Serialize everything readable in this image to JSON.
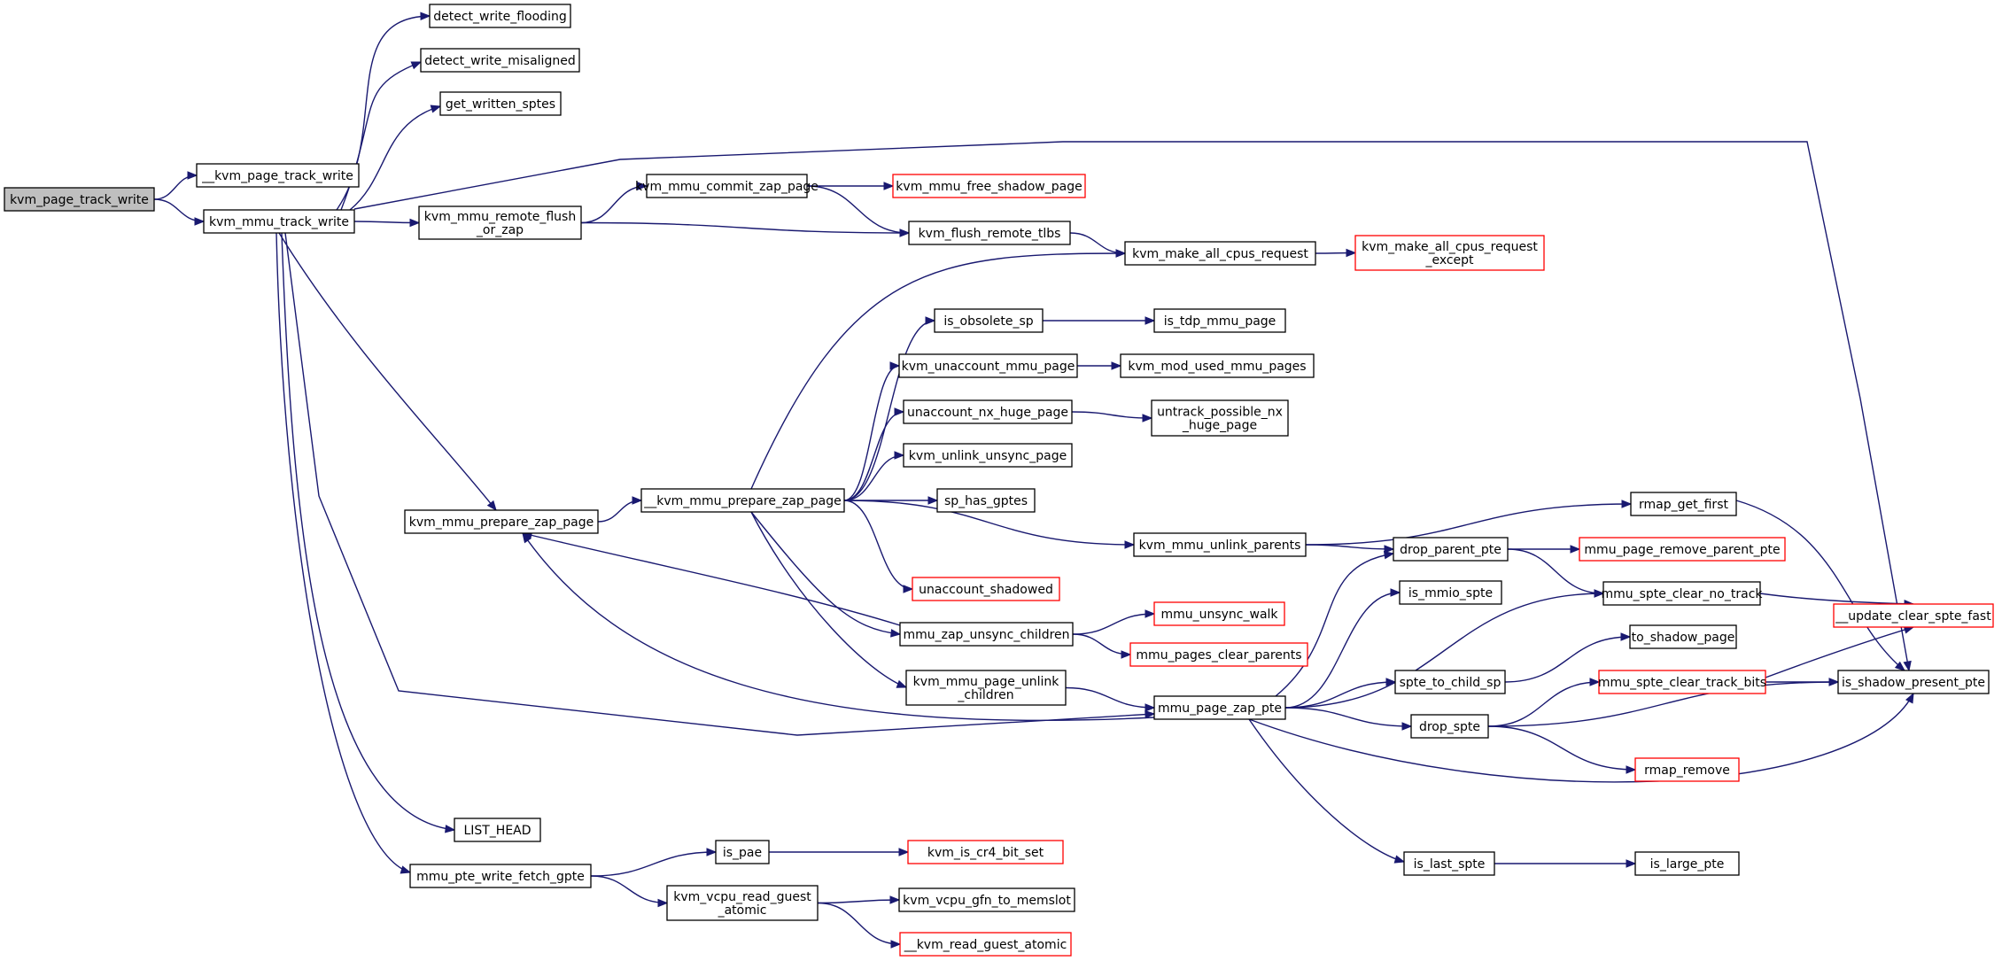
{
  "graph": {
    "colors": {
      "edge": "#191970",
      "border": "#000000",
      "border_incomplete": "#ff0000",
      "root_fill": "#bfbfbf"
    },
    "nodes": {
      "kvm_page_track_write": {
        "lines": [
          "kvm_page_track_write"
        ],
        "style": "root"
      },
      "__kvm_page_track_write": {
        "lines": [
          "__kvm_page_track_write"
        ],
        "style": "normal"
      },
      "kvm_mmu_track_write": {
        "lines": [
          "kvm_mmu_track_write"
        ],
        "style": "normal"
      },
      "detect_write_flooding": {
        "lines": [
          "detect_write_flooding"
        ],
        "style": "normal"
      },
      "detect_write_misaligned": {
        "lines": [
          "detect_write_misaligned"
        ],
        "style": "normal"
      },
      "get_written_sptes": {
        "lines": [
          "get_written_sptes"
        ],
        "style": "normal"
      },
      "kvm_mmu_remote_flush_or_zap": {
        "lines": [
          "kvm_mmu_remote_flush",
          "_or_zap"
        ],
        "style": "normal"
      },
      "kvm_mmu_commit_zap_page": {
        "lines": [
          "kvm_mmu_commit_zap_page"
        ],
        "style": "normal"
      },
      "kvm_mmu_free_shadow_page": {
        "lines": [
          "kvm_mmu_free_shadow_page"
        ],
        "style": "red"
      },
      "kvm_flush_remote_tlbs": {
        "lines": [
          "kvm_flush_remote_tlbs"
        ],
        "style": "normal"
      },
      "kvm_make_all_cpus_request": {
        "lines": [
          "kvm_make_all_cpus_request"
        ],
        "style": "normal"
      },
      "kvm_make_all_cpus_request_except": {
        "lines": [
          "kvm_make_all_cpus_request",
          "_except"
        ],
        "style": "red"
      },
      "is_obsolete_sp": {
        "lines": [
          "is_obsolete_sp"
        ],
        "style": "normal"
      },
      "is_tdp_mmu_page": {
        "lines": [
          "is_tdp_mmu_page"
        ],
        "style": "normal"
      },
      "kvm_unaccount_mmu_page": {
        "lines": [
          "kvm_unaccount_mmu_page"
        ],
        "style": "normal"
      },
      "kvm_mod_used_mmu_pages": {
        "lines": [
          "kvm_mod_used_mmu_pages"
        ],
        "style": "normal"
      },
      "unaccount_nx_huge_page": {
        "lines": [
          "unaccount_nx_huge_page"
        ],
        "style": "normal"
      },
      "untrack_possible_nx_huge_page": {
        "lines": [
          "untrack_possible_nx",
          "_huge_page"
        ],
        "style": "normal"
      },
      "kvm_unlink_unsync_page": {
        "lines": [
          "kvm_unlink_unsync_page"
        ],
        "style": "normal"
      },
      "sp_has_gptes": {
        "lines": [
          "sp_has_gptes"
        ],
        "style": "normal"
      },
      "kvm_mmu_prepare_zap_page": {
        "lines": [
          "kvm_mmu_prepare_zap_page"
        ],
        "style": "normal"
      },
      "__kvm_mmu_prepare_zap_page": {
        "lines": [
          "__kvm_mmu_prepare_zap_page"
        ],
        "style": "normal"
      },
      "rmap_get_first": {
        "lines": [
          "rmap_get_first"
        ],
        "style": "normal"
      },
      "kvm_mmu_unlink_parents": {
        "lines": [
          "kvm_mmu_unlink_parents"
        ],
        "style": "normal"
      },
      "drop_parent_pte": {
        "lines": [
          "drop_parent_pte"
        ],
        "style": "normal"
      },
      "mmu_page_remove_parent_pte": {
        "lines": [
          "mmu_page_remove_parent_pte"
        ],
        "style": "red"
      },
      "unaccount_shadowed": {
        "lines": [
          "unaccount_shadowed"
        ],
        "style": "red"
      },
      "is_mmio_spte": {
        "lines": [
          "is_mmio_spte"
        ],
        "style": "normal"
      },
      "mmu_spte_clear_no_track": {
        "lines": [
          "mmu_spte_clear_no_track"
        ],
        "style": "normal"
      },
      "mmu_unsync_walk": {
        "lines": [
          "mmu_unsync_walk"
        ],
        "style": "red"
      },
      "__update_clear_spte_fast": {
        "lines": [
          "__update_clear_spte_fast"
        ],
        "style": "red"
      },
      "mmu_zap_unsync_children": {
        "lines": [
          "mmu_zap_unsync_children"
        ],
        "style": "normal"
      },
      "to_shadow_page": {
        "lines": [
          "to_shadow_page"
        ],
        "style": "normal"
      },
      "mmu_pages_clear_parents": {
        "lines": [
          "mmu_pages_clear_parents"
        ],
        "style": "red"
      },
      "kvm_mmu_page_unlink_children": {
        "lines": [
          "kvm_mmu_page_unlink",
          "_children"
        ],
        "style": "normal"
      },
      "spte_to_child_sp": {
        "lines": [
          "spte_to_child_sp"
        ],
        "style": "normal"
      },
      "mmu_spte_clear_track_bits": {
        "lines": [
          "mmu_spte_clear_track_bits"
        ],
        "style": "red"
      },
      "is_shadow_present_pte": {
        "lines": [
          "is_shadow_present_pte"
        ],
        "style": "normal"
      },
      "mmu_page_zap_pte": {
        "lines": [
          "mmu_page_zap_pte"
        ],
        "style": "normal"
      },
      "drop_spte": {
        "lines": [
          "drop_spte"
        ],
        "style": "normal"
      },
      "rmap_remove": {
        "lines": [
          "rmap_remove"
        ],
        "style": "red"
      },
      "LIST_HEAD": {
        "lines": [
          "LIST_HEAD"
        ],
        "style": "normal"
      },
      "is_pae": {
        "lines": [
          "is_pae"
        ],
        "style": "normal"
      },
      "kvm_is_cr4_bit_set": {
        "lines": [
          "kvm_is_cr4_bit_set"
        ],
        "style": "red"
      },
      "is_last_spte": {
        "lines": [
          "is_last_spte"
        ],
        "style": "normal"
      },
      "is_large_pte": {
        "lines": [
          "is_large_pte"
        ],
        "style": "normal"
      },
      "mmu_pte_write_fetch_gpte": {
        "lines": [
          "mmu_pte_write_fetch_gpte"
        ],
        "style": "normal"
      },
      "kvm_vcpu_read_guest_atomic": {
        "lines": [
          "kvm_vcpu_read_guest",
          "_atomic"
        ],
        "style": "normal"
      },
      "kvm_vcpu_gfn_to_memslot": {
        "lines": [
          "kvm_vcpu_gfn_to_memslot"
        ],
        "style": "normal"
      },
      "__kvm_read_guest_atomic": {
        "lines": [
          "__kvm_read_guest_atomic"
        ],
        "style": "red"
      }
    },
    "edges": [
      [
        "kvm_page_track_write",
        "__kvm_page_track_write"
      ],
      [
        "kvm_page_track_write",
        "kvm_mmu_track_write"
      ],
      [
        "kvm_mmu_track_write",
        "detect_write_flooding"
      ],
      [
        "kvm_mmu_track_write",
        "detect_write_misaligned"
      ],
      [
        "kvm_mmu_track_write",
        "get_written_sptes"
      ],
      [
        "kvm_mmu_track_write",
        "is_shadow_present_pte"
      ],
      [
        "kvm_mmu_track_write",
        "kvm_mmu_remote_flush_or_zap"
      ],
      [
        "kvm_mmu_track_write",
        "kvm_mmu_prepare_zap_page"
      ],
      [
        "kvm_mmu_track_write",
        "mmu_page_zap_pte"
      ],
      [
        "kvm_mmu_track_write",
        "LIST_HEAD"
      ],
      [
        "kvm_mmu_track_write",
        "mmu_pte_write_fetch_gpte"
      ],
      [
        "kvm_mmu_remote_flush_or_zap",
        "kvm_mmu_commit_zap_page"
      ],
      [
        "kvm_mmu_remote_flush_or_zap",
        "kvm_flush_remote_tlbs"
      ],
      [
        "kvm_mmu_commit_zap_page",
        "kvm_mmu_free_shadow_page"
      ],
      [
        "kvm_mmu_commit_zap_page",
        "kvm_flush_remote_tlbs"
      ],
      [
        "kvm_flush_remote_tlbs",
        "kvm_make_all_cpus_request"
      ],
      [
        "kvm_make_all_cpus_request",
        "kvm_make_all_cpus_request_except"
      ],
      [
        "kvm_mmu_prepare_zap_page",
        "__kvm_mmu_prepare_zap_page"
      ],
      [
        "__kvm_mmu_prepare_zap_page",
        "kvm_make_all_cpus_request"
      ],
      [
        "__kvm_mmu_prepare_zap_page",
        "is_obsolete_sp"
      ],
      [
        "__kvm_mmu_prepare_zap_page",
        "kvm_unaccount_mmu_page"
      ],
      [
        "__kvm_mmu_prepare_zap_page",
        "unaccount_nx_huge_page"
      ],
      [
        "__kvm_mmu_prepare_zap_page",
        "kvm_unlink_unsync_page"
      ],
      [
        "__kvm_mmu_prepare_zap_page",
        "sp_has_gptes"
      ],
      [
        "__kvm_mmu_prepare_zap_page",
        "kvm_mmu_unlink_parents"
      ],
      [
        "__kvm_mmu_prepare_zap_page",
        "unaccount_shadowed"
      ],
      [
        "__kvm_mmu_prepare_zap_page",
        "mmu_zap_unsync_children"
      ],
      [
        "__kvm_mmu_prepare_zap_page",
        "kvm_mmu_page_unlink_children"
      ],
      [
        "is_obsolete_sp",
        "is_tdp_mmu_page"
      ],
      [
        "kvm_unaccount_mmu_page",
        "kvm_mod_used_mmu_pages"
      ],
      [
        "unaccount_nx_huge_page",
        "untrack_possible_nx_huge_page"
      ],
      [
        "kvm_mmu_unlink_parents",
        "rmap_get_first"
      ],
      [
        "kvm_mmu_unlink_parents",
        "drop_parent_pte"
      ],
      [
        "rmap_get_first",
        "is_shadow_present_pte"
      ],
      [
        "drop_parent_pte",
        "mmu_page_remove_parent_pte"
      ],
      [
        "drop_parent_pte",
        "mmu_spte_clear_no_track"
      ],
      [
        "mmu_spte_clear_no_track",
        "__update_clear_spte_fast"
      ],
      [
        "mmu_zap_unsync_children",
        "kvm_mmu_prepare_zap_page"
      ],
      [
        "mmu_zap_unsync_children",
        "mmu_unsync_walk"
      ],
      [
        "mmu_zap_unsync_children",
        "mmu_pages_clear_parents"
      ],
      [
        "kvm_mmu_page_unlink_children",
        "mmu_page_zap_pte"
      ],
      [
        "mmu_page_zap_pte",
        "kvm_mmu_prepare_zap_page"
      ],
      [
        "mmu_page_zap_pte",
        "drop_parent_pte"
      ],
      [
        "mmu_page_zap_pte",
        "is_mmio_spte"
      ],
      [
        "mmu_page_zap_pte",
        "mmu_spte_clear_no_track"
      ],
      [
        "mmu_page_zap_pte",
        "spte_to_child_sp"
      ],
      [
        "mmu_page_zap_pte",
        "drop_spte"
      ],
      [
        "mmu_page_zap_pte",
        "is_shadow_present_pte"
      ],
      [
        "mmu_page_zap_pte",
        "is_last_spte"
      ],
      [
        "spte_to_child_sp",
        "to_shadow_page"
      ],
      [
        "drop_spte",
        "mmu_spte_clear_track_bits"
      ],
      [
        "drop_spte",
        "is_shadow_present_pte"
      ],
      [
        "drop_spte",
        "rmap_remove"
      ],
      [
        "mmu_spte_clear_track_bits",
        "__update_clear_spte_fast"
      ],
      [
        "mmu_spte_clear_track_bits",
        "is_shadow_present_pte"
      ],
      [
        "is_last_spte",
        "is_large_pte"
      ],
      [
        "mmu_pte_write_fetch_gpte",
        "is_pae"
      ],
      [
        "mmu_pte_write_fetch_gpte",
        "kvm_vcpu_read_guest_atomic"
      ],
      [
        "is_pae",
        "kvm_is_cr4_bit_set"
      ],
      [
        "kvm_vcpu_read_guest_atomic",
        "kvm_vcpu_gfn_to_memslot"
      ],
      [
        "kvm_vcpu_read_guest_atomic",
        "__kvm_read_guest_atomic"
      ]
    ]
  }
}
